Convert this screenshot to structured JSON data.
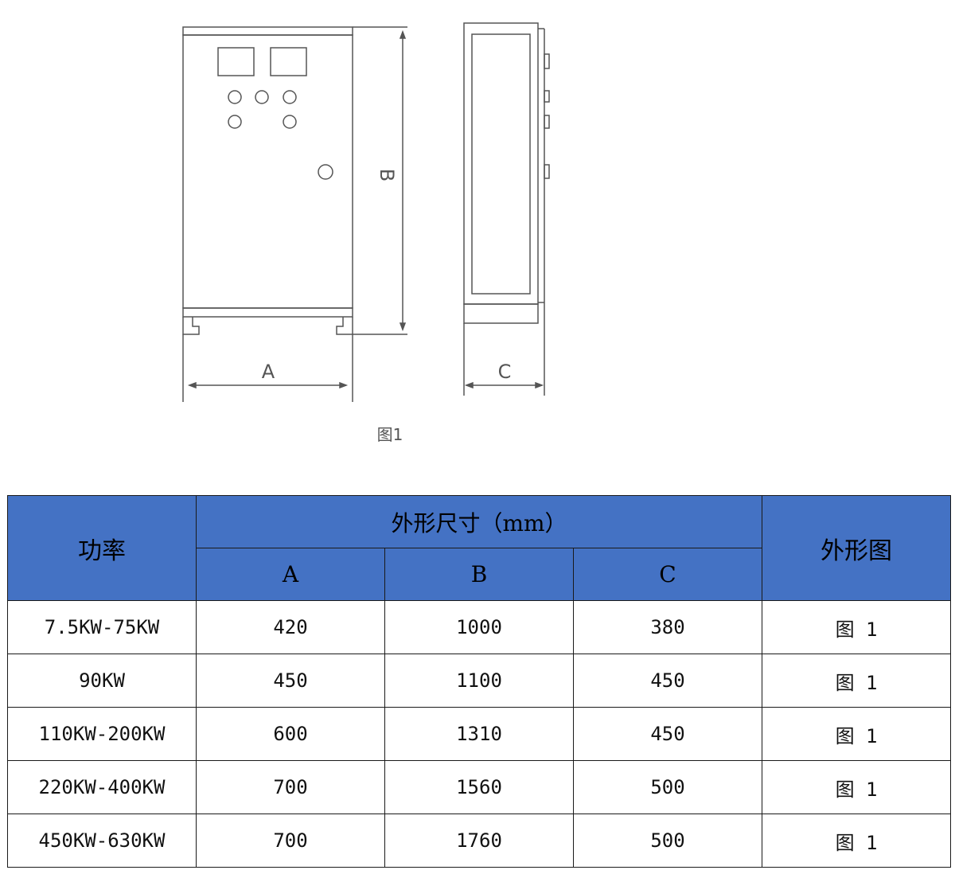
{
  "drawing": {
    "labels": {
      "a": "A",
      "b": "B",
      "c": "C"
    },
    "caption": "图1"
  },
  "table": {
    "header": {
      "power": "功率",
      "dimensions": "外形尺寸（mm）",
      "figure": "外形图",
      "cols": [
        "A",
        "B",
        "C"
      ]
    },
    "rows": [
      {
        "power": "7.5KW-75KW",
        "a": "420",
        "b": "1000",
        "c": "380",
        "fig": "图 1"
      },
      {
        "power": "90KW",
        "a": "450",
        "b": "1100",
        "c": "450",
        "fig": "图 1"
      },
      {
        "power": "110KW-200KW",
        "a": "600",
        "b": "1310",
        "c": "450",
        "fig": "图 1"
      },
      {
        "power": "220KW-400KW",
        "a": "700",
        "b": "1560",
        "c": "500",
        "fig": "图 1"
      },
      {
        "power": "450KW-630KW",
        "a": "700",
        "b": "1760",
        "c": "500",
        "fig": "图 1"
      }
    ]
  }
}
